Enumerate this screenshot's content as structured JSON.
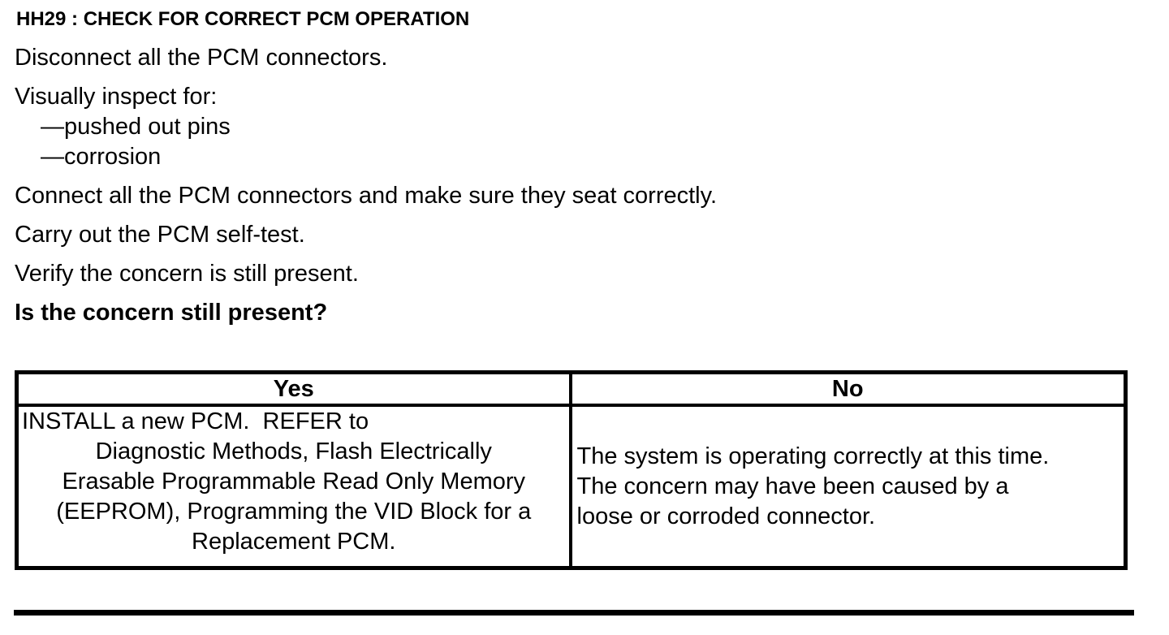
{
  "colors": {
    "ink": "#000000",
    "paper": "#ffffff"
  },
  "document": {
    "heading": "HH29 : CHECK FOR CORRECT PCM OPERATION",
    "step_disconnect": "Disconnect all the PCM connectors.",
    "step_inspect_intro": "Visually inspect for:",
    "inspect_items": [
      "—pushed out pins",
      "—corrosion"
    ],
    "step_connect": "Connect all the PCM connectors and make sure they seat correctly.",
    "step_selftest": "Carry out the PCM self-test.",
    "step_verify": "Verify the concern is still present.",
    "question": "Is the concern still present?"
  },
  "decision_table": {
    "yes_header": "Yes",
    "no_header": "No",
    "yes_lines": [
      "INSTALL a new PCM.  REFER to",
      "Diagnostic Methods, Flash Electrically",
      "Erasable Programmable Read Only Memory",
      "(EEPROM), Programming the VID Block for a",
      "Replacement PCM."
    ],
    "no_lines": [
      "The system is operating correctly at this time.",
      "The concern may have been caused by a",
      "loose or corroded connector."
    ]
  }
}
